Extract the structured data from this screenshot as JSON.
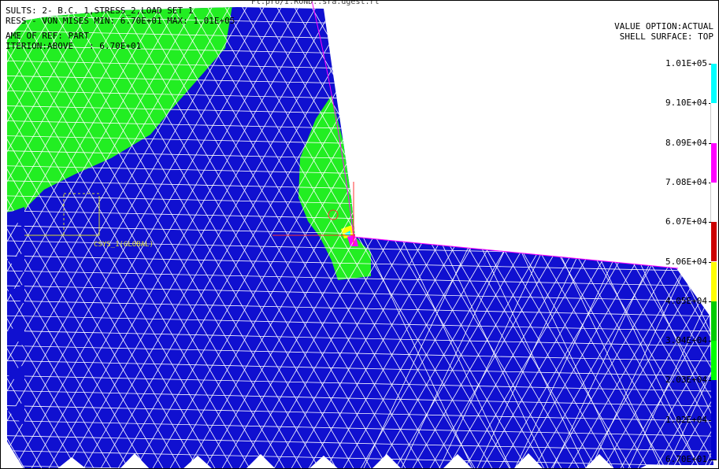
{
  "results_header": {
    "line1": "SULTS: 2- B.C. 1,STRESS_2,LOAD SET 1",
    "line2": "RESS - VON MISES MIN: 6.70E+01 MAX: 1.01E+05",
    "line3": "AME OF REF: PART",
    "line4": "ITERION:ABOVE   : 6.70E+01"
  },
  "file_path_partial": "Fl.pro/I.ROND..sra.dgest.rl",
  "value_option": "VALUE OPTION:ACTUAL",
  "shell_surface": "SHELL SURFACE: TOP",
  "csys_label": "CSYS_1(GLOBAL)",
  "legend": {
    "labels": [
      "1.01E+05",
      "9.10E+04",
      "8.09E+04",
      "7.08E+04",
      "6.07E+04",
      "5.06E+04",
      "4.05E+04",
      "3.04E+04",
      "2.03E+04",
      "1.02E+04",
      "6.70E+01"
    ],
    "bands": [
      {
        "color": "#00ffff"
      },
      {
        "color": "#ffffff"
      },
      {
        "color": "#ff00ff"
      },
      {
        "color": "#ffffff"
      },
      {
        "color": "#cc0000"
      },
      {
        "color": "#ffff00"
      },
      {
        "color": "#00cc00"
      },
      {
        "color": "#00ff00"
      },
      {
        "color": "#0000cc"
      },
      {
        "color": "#0000cc"
      }
    ]
  },
  "colors": {
    "mesh_fill_low": "#1010d0",
    "mesh_fill_mid": "#22ee22",
    "mesh_lines": "#ffffff",
    "boundary_line": "#ff00ff"
  }
}
